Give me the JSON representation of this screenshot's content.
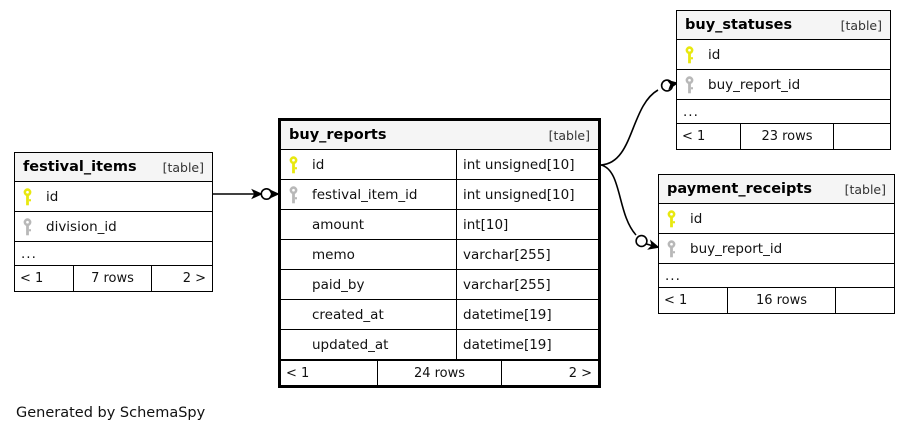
{
  "diagram": {
    "caption": "Generated by SchemaSpy",
    "table_kind_label": "[table]",
    "more_indicator": "...",
    "colors": {
      "primary_key": "#e8e80f",
      "foreign_key": "#b8b8b8",
      "border": "#000000",
      "header_background": "#f5f5f5",
      "background": "#ffffff"
    }
  },
  "tables": {
    "festival_items": {
      "name": "festival_items",
      "kind": "[table]",
      "columns": [
        {
          "name": "id",
          "key": "primary",
          "type": ""
        },
        {
          "name": "division_id",
          "key": "foreign",
          "type": ""
        }
      ],
      "more": "...",
      "footer": {
        "prev": "< 1",
        "rows": "7 rows",
        "next": "2 >"
      }
    },
    "buy_reports": {
      "name": "buy_reports",
      "kind": "[table]",
      "columns": [
        {
          "name": "id",
          "key": "primary",
          "type": "int unsigned[10]"
        },
        {
          "name": "festival_item_id",
          "key": "foreign",
          "type": "int unsigned[10]"
        },
        {
          "name": "amount",
          "key": "none",
          "type": "int[10]"
        },
        {
          "name": "memo",
          "key": "none",
          "type": "varchar[255]"
        },
        {
          "name": "paid_by",
          "key": "none",
          "type": "varchar[255]"
        },
        {
          "name": "created_at",
          "key": "none",
          "type": "datetime[19]"
        },
        {
          "name": "updated_at",
          "key": "none",
          "type": "datetime[19]"
        }
      ],
      "footer": {
        "prev": "< 1",
        "rows": "24 rows",
        "next": "2 >"
      }
    },
    "buy_statuses": {
      "name": "buy_statuses",
      "kind": "[table]",
      "columns": [
        {
          "name": "id",
          "key": "primary",
          "type": ""
        },
        {
          "name": "buy_report_id",
          "key": "foreign",
          "type": ""
        }
      ],
      "more": "...",
      "footer": {
        "prev": "< 1",
        "rows": "23 rows",
        "next": ""
      }
    },
    "payment_receipts": {
      "name": "payment_receipts",
      "kind": "[table]",
      "columns": [
        {
          "name": "id",
          "key": "primary",
          "type": ""
        },
        {
          "name": "buy_report_id",
          "key": "foreign",
          "type": ""
        }
      ],
      "more": "...",
      "footer": {
        "prev": "< 1",
        "rows": "16 rows",
        "next": ""
      }
    }
  },
  "relationships": [
    {
      "from": "festival_items.id",
      "to": "buy_reports.festival_item_id",
      "style": "straight"
    },
    {
      "from": "buy_reports.id",
      "to": "buy_statuses.buy_report_id",
      "style": "curved"
    },
    {
      "from": "buy_reports.id",
      "to": "payment_receipts.buy_report_id",
      "style": "curved"
    }
  ]
}
